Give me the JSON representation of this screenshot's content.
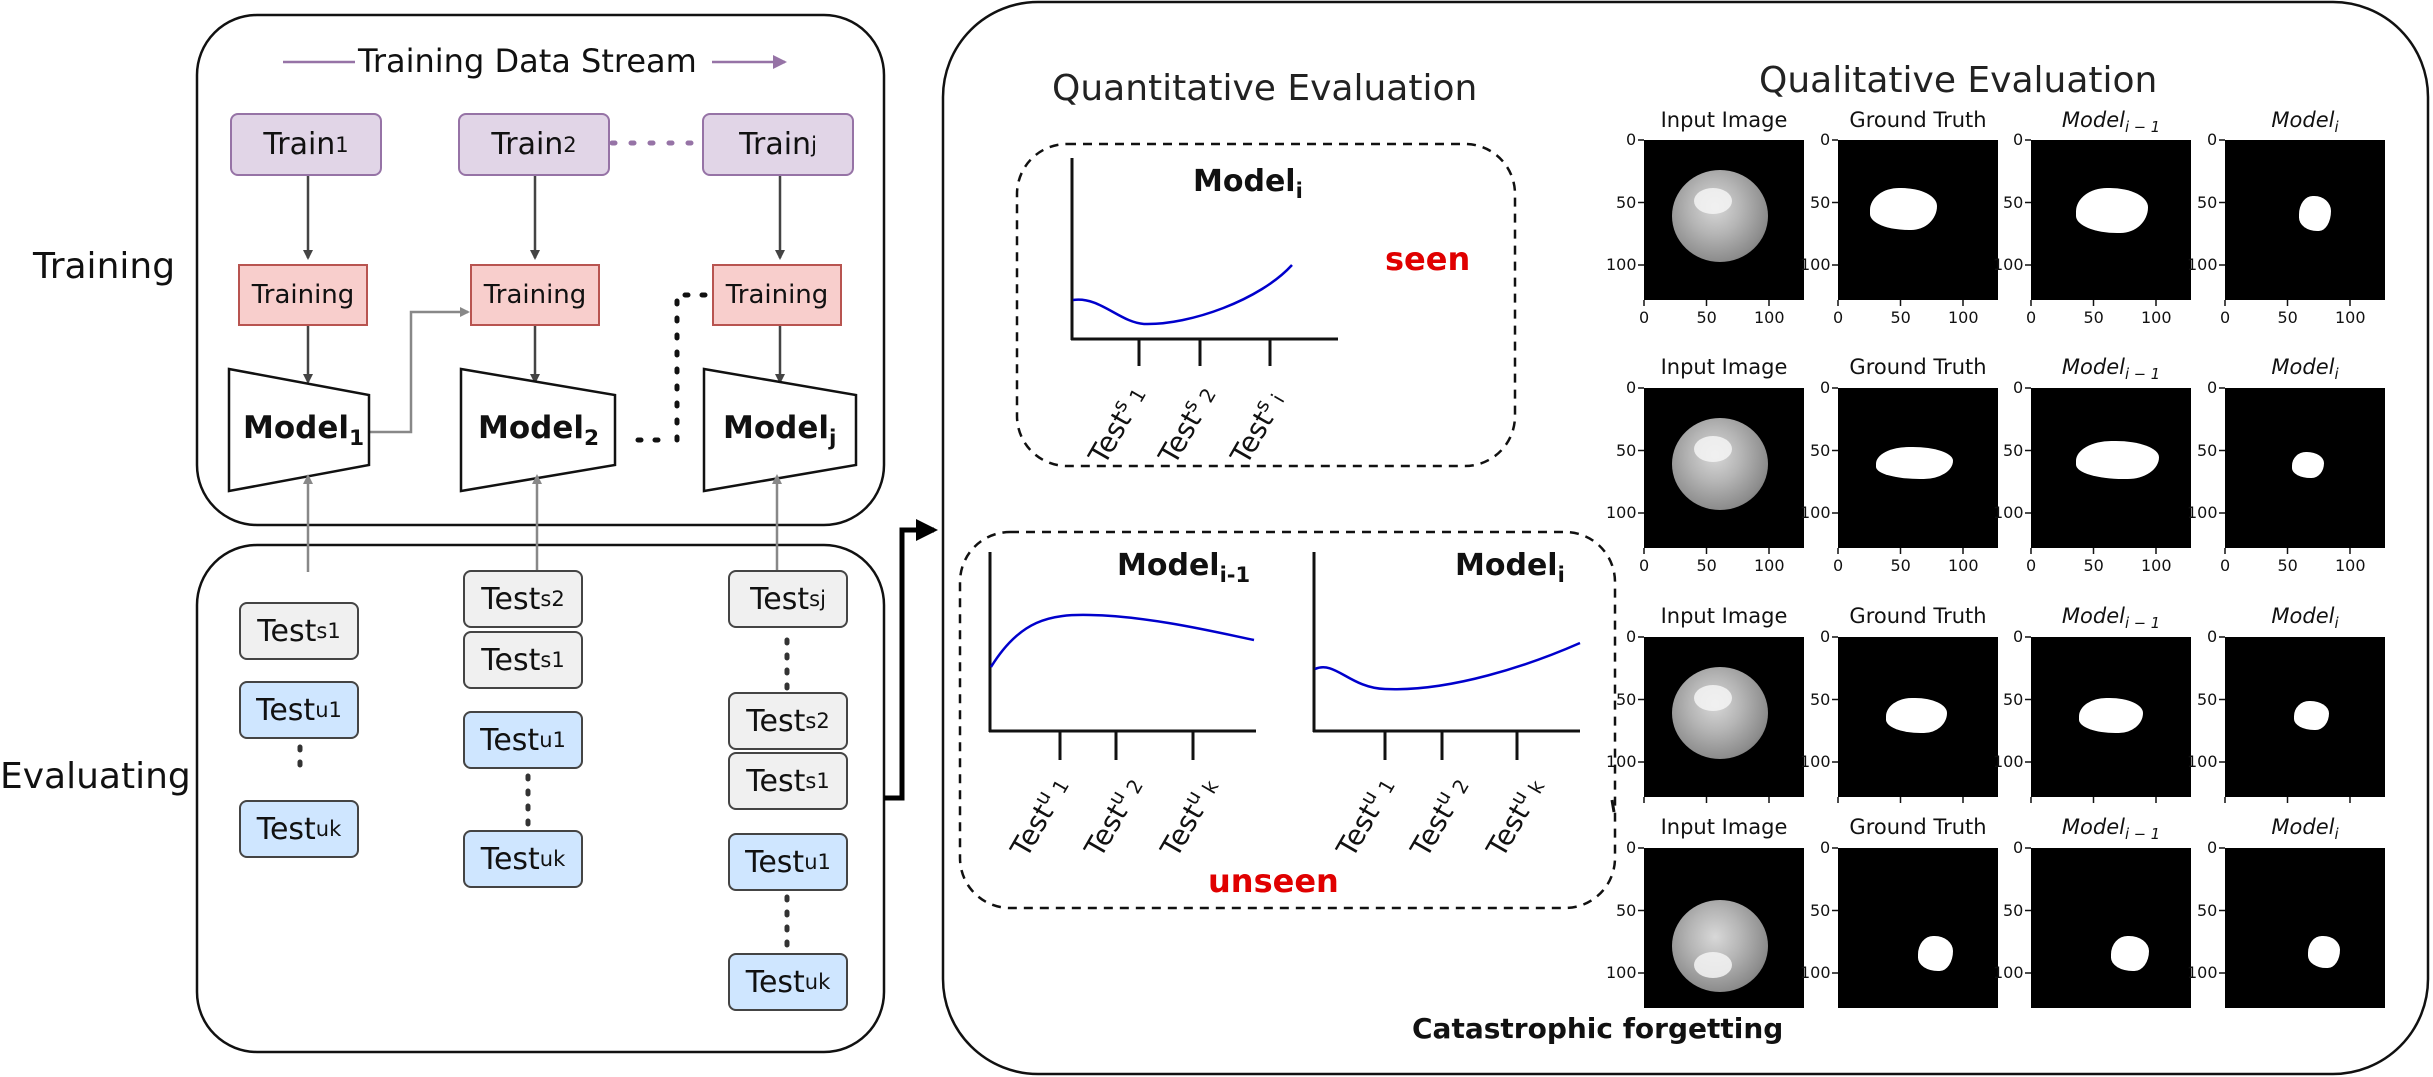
{
  "side_labels": {
    "training": "Training",
    "evaluating": "Evaluating"
  },
  "stream_label": "Training Data Stream",
  "train_nodes": [
    {
      "base": "Train",
      "sub": "1"
    },
    {
      "base": "Train",
      "sub": "2"
    },
    {
      "base": "Train",
      "sub": "j"
    }
  ],
  "training_label": "Training",
  "models": [
    {
      "base": "Model",
      "sub": "1"
    },
    {
      "base": "Model",
      "sub": "2"
    },
    {
      "base": "Model",
      "sub": "j"
    }
  ],
  "eval_columns": [
    {
      "items": [
        {
          "sup": "s",
          "sub": "1",
          "kind": "seen"
        },
        {
          "sup": "u",
          "sub": "1",
          "kind": "unseen"
        },
        {
          "sup": "u",
          "sub": "k",
          "kind": "unseen"
        }
      ]
    },
    {
      "items": [
        {
          "sup": "s",
          "sub": "2",
          "kind": "seen"
        },
        {
          "sup": "s",
          "sub": "1",
          "kind": "seen"
        },
        {
          "sup": "u",
          "sub": "1",
          "kind": "unseen"
        },
        {
          "sup": "u",
          "sub": "k",
          "kind": "unseen"
        }
      ]
    },
    {
      "items": [
        {
          "sup": "s",
          "sub": "j",
          "kind": "seen"
        },
        {
          "sup": "s",
          "sub": "2",
          "kind": "seen"
        },
        {
          "sup": "s",
          "sub": "1",
          "kind": "seen"
        },
        {
          "sup": "u",
          "sub": "1",
          "kind": "unseen"
        },
        {
          "sup": "u",
          "sub": "k",
          "kind": "unseen"
        }
      ]
    }
  ],
  "test_base": "Test",
  "quantitative": {
    "title": "Quantitative Evaluation",
    "seen_plot": {
      "model": "Model",
      "model_sub": "i",
      "ticks": [
        {
          "sup": "s",
          "sub": "1"
        },
        {
          "sup": "s",
          "sub": "2"
        },
        {
          "sup": "s",
          "sub": "i"
        }
      ],
      "label": "seen"
    },
    "unseen_plots": [
      {
        "model": "Model",
        "model_sub": "i-1",
        "ticks": [
          {
            "sup": "u",
            "sub": "1"
          },
          {
            "sup": "u",
            "sub": "2"
          },
          {
            "sup": "u",
            "sub": "k"
          }
        ]
      },
      {
        "model": "Model",
        "model_sub": "i",
        "ticks": [
          {
            "sup": "u",
            "sub": "1"
          },
          {
            "sup": "u",
            "sub": "2"
          },
          {
            "sup": "u",
            "sub": "k"
          }
        ]
      }
    ],
    "unseen_label": "unseen"
  },
  "qualitative": {
    "title": "Qualitative Evaluation",
    "column_titles": [
      "Input Image",
      "Ground Truth",
      "Model",
      "Model"
    ],
    "column_title_subs": [
      "",
      "",
      "i − 1",
      "i"
    ],
    "y_ticks": [
      "0",
      "50",
      "100"
    ],
    "x_ticks": [
      "0",
      "50",
      "100"
    ],
    "row_count": 4
  },
  "caption": "Catastrophic forgetting",
  "colors": {
    "purple_fill": "#e1d5e7",
    "purple_stroke": "#9673a6",
    "red_fill": "#f8cecc",
    "red_stroke": "#b85450",
    "blue_fill": "#cfe6ff",
    "gray_fill": "#f0f0f0",
    "curve": "#0000cc",
    "accent_red": "#e00000"
  }
}
